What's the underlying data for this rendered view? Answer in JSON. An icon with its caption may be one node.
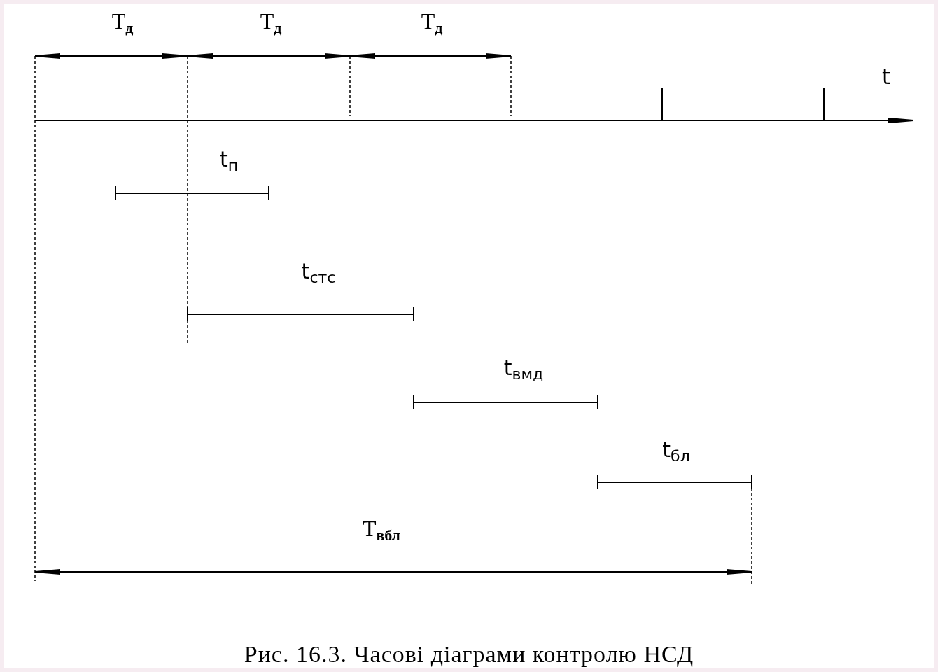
{
  "diagram": {
    "caption": "Рис. 16.3. Часові діаграми контролю НСД",
    "labels": [
      "T$_{д}$",
      "T$_{д}$",
      "T$_{д}$",
      "t",
      "t$_{п}$",
      "t$_{стс}$",
      "t$_{вмд}$",
      "t$_{бл}$",
      "T$_{вбл}$"
    ]
  }
}
